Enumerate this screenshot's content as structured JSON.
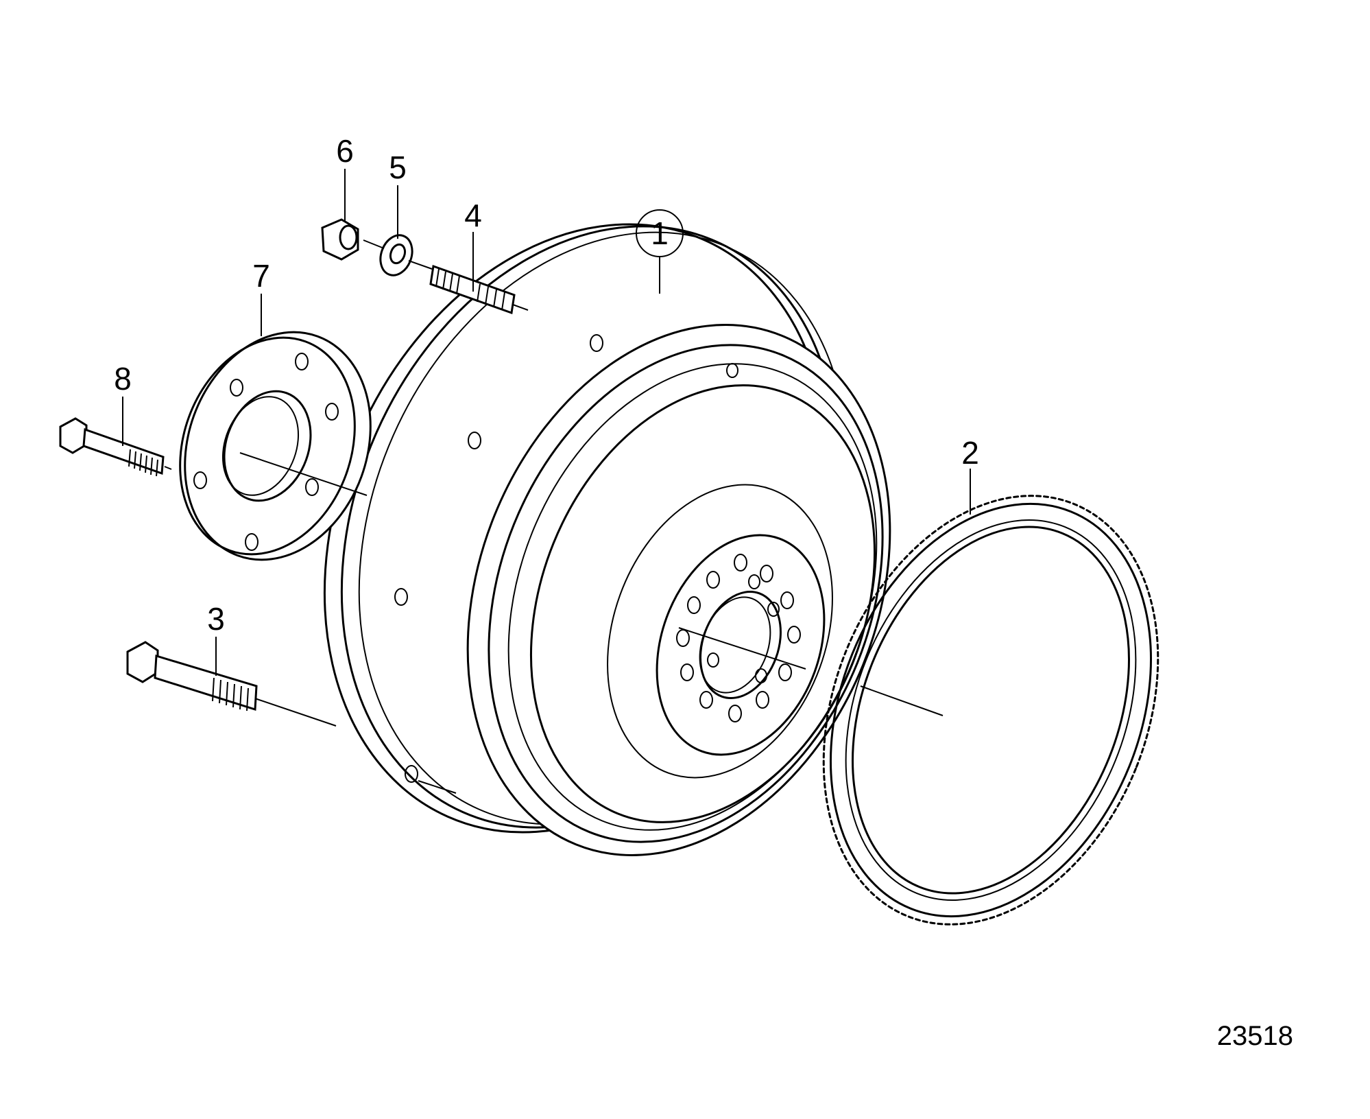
{
  "diagram": {
    "reference_number": "23518",
    "callouts": [
      {
        "id": "callout-1",
        "label": "1",
        "circled": true
      },
      {
        "id": "callout-2",
        "label": "2",
        "circled": false
      },
      {
        "id": "callout-3",
        "label": "3",
        "circled": false
      },
      {
        "id": "callout-4",
        "label": "4",
        "circled": false
      },
      {
        "id": "callout-5",
        "label": "5",
        "circled": false
      },
      {
        "id": "callout-6",
        "label": "6",
        "circled": false
      },
      {
        "id": "callout-7",
        "label": "7",
        "circled": false
      },
      {
        "id": "callout-8",
        "label": "8",
        "circled": false
      }
    ]
  }
}
